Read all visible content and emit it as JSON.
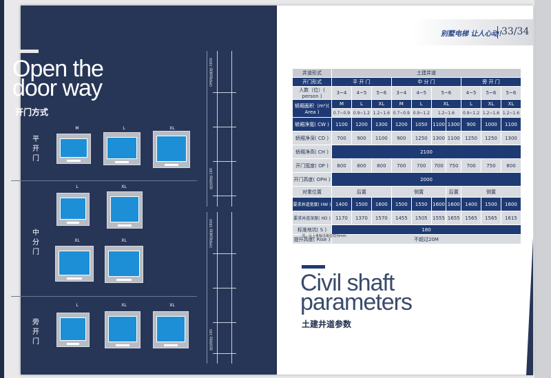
{
  "left": {
    "title_lines": [
      "Open the",
      "door way"
    ],
    "subtitle": "开门方式",
    "rows": [
      {
        "label": "平开门",
        "sizes": [
          "M",
          "L",
          "XL"
        ]
      },
      {
        "label": "中分门",
        "sizes": [
          "L",
          "XL",
          "XL",
          "XL"
        ]
      },
      {
        "label": "旁开门",
        "sizes": [
          "L",
          "XL",
          "XL"
        ]
      }
    ],
    "section_labels": {
      "top1": "OH顶层高度 3800",
      "pit1": "底坑深度 180",
      "top2": "OH顶层高度 3800",
      "pit2": "底坑深度 180"
    }
  },
  "right": {
    "slogan": "别墅电梯 让人心动！",
    "page_number": "33/34",
    "table": {
      "row_shaft_type": {
        "label": "井道形式",
        "value": "土建井道"
      },
      "row_door_type": {
        "label": "开门形式",
        "values": [
          "平 开 门",
          "中 分 门",
          "旁 开 门"
        ]
      },
      "row_persons": {
        "label": "人数（位）( person )",
        "values": [
          "3~4",
          "4~5",
          "5~6",
          "3~4",
          "4~5",
          "5~6",
          "4~5",
          "5~6",
          "5~6"
        ]
      },
      "row_area": {
        "label": "轿厢面积（m²)( Area )",
        "sizes": [
          "M",
          "L",
          "XL",
          "M",
          "L",
          "XL",
          "L",
          "XL",
          "XL"
        ],
        "values": [
          "0.7~0.9",
          "0.9~1.2",
          "1.2~1.6",
          "0.7~0.9",
          "0.9~1.2",
          "1.2~1.6",
          "0.9~1.2",
          "1.2~1.6",
          "1.2~1.6"
        ]
      },
      "row_cw": {
        "label": "轿厢净宽( CW )",
        "values": [
          "1100",
          "1200",
          "1300",
          "1200",
          "1050",
          "1100",
          "1300",
          "900",
          "1000",
          "1100"
        ]
      },
      "row_cd": {
        "label": "轿厢净深( CD )",
        "values": [
          "700",
          "900",
          "1100",
          "900",
          "1250",
          "1300",
          "1100",
          "1250",
          "1250",
          "1300"
        ]
      },
      "row_ch": {
        "label": "轿厢净高( CH )",
        "value": "2100"
      },
      "row_op": {
        "label": "开门宽度( OP )",
        "values": [
          "800",
          "800",
          "800",
          "700",
          "700",
          "700",
          "750",
          "700",
          "750",
          "800"
        ]
      },
      "row_oph": {
        "label": "开门高度( OPH )",
        "value": "2000"
      },
      "row_cwt": {
        "label": "对重位置",
        "values": [
          "后置",
          "侧置",
          "后置",
          "侧置"
        ]
      },
      "row_hw": {
        "label": "要求井道宽度( HW )",
        "values": [
          "1400",
          "1500",
          "1600",
          "1500",
          "1550",
          "1600",
          "1600",
          "1400",
          "1500",
          "1600"
        ]
      },
      "row_hd": {
        "label": "要求井道深度( HD )",
        "values": [
          "1170",
          "1370",
          "1570",
          "1455",
          "1505",
          "1555",
          "1655",
          "1565",
          "1565",
          "1615"
        ]
      },
      "row_s": {
        "label": "标准地坑( S )",
        "value": "180"
      },
      "row_rise": {
        "label": "提升高度( Rise )",
        "value": "不超过20M"
      }
    },
    "note": "注：以上未标注单位均为mm",
    "civil_title_lines": [
      "Civil shaft",
      "parameters"
    ],
    "civil_subtitle": "土建井道参数"
  }
}
